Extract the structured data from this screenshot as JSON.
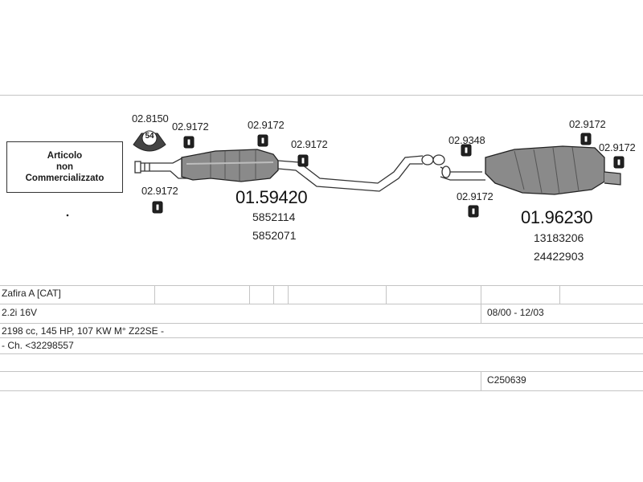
{
  "note": {
    "line1": "Articolo",
    "line2": "non",
    "line3": "Commercializzato"
  },
  "parts": {
    "clamp_code": "02.8150",
    "clamp_label": "54",
    "hanger_a": "02.9172",
    "hanger_b": "02.9172",
    "hanger_c": "02.9172",
    "hanger_d": "02.9172",
    "hanger_e": "02.9348",
    "hanger_f": "02.9172",
    "hanger_g": "02.9172",
    "hanger_h": "02.9172"
  },
  "middle_silencer": {
    "code": "01.59420",
    "oe1": "5852114",
    "oe2": "5852071"
  },
  "rear_silencer": {
    "code": "01.96230",
    "oe1": "13183206",
    "oe2": "24422903"
  },
  "vehicle": {
    "model": "Zafira A  [CAT]",
    "engine": "2.2i 16V",
    "years": "08/00 - 12/03",
    "spec": "2198 cc, 145 HP, 107 KW M° Z22SE -",
    "chassis": "- Ch. <32298557",
    "catalog_code": "C250639"
  },
  "colors": {
    "line": "#c4c4c4",
    "part_fill": "#7a7a7a",
    "text": "#1a1a1a"
  }
}
